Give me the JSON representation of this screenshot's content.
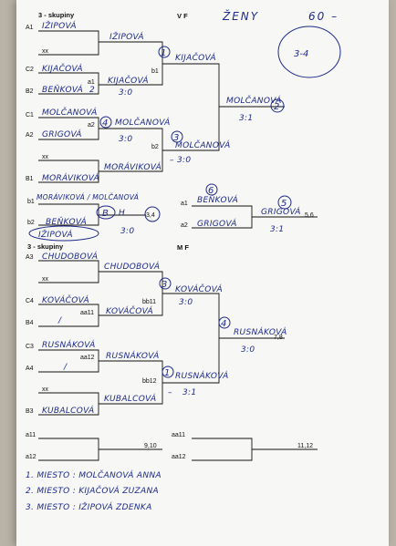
{
  "header": {
    "group_top": "3 - skupiny",
    "vf": "V F",
    "category": "ŽENY",
    "age": "60 –",
    "circled_places": "3-4"
  },
  "bracket_vf": {
    "seed_labels": [
      "A1",
      "C2",
      "B2",
      "C1",
      "A2",
      "B1"
    ],
    "round1": [
      {
        "name": "IŽIPOVÁ",
        "pos": "A1"
      },
      {
        "name": "xx"
      },
      {
        "name": "KIJAČOVÁ",
        "pos": "C2"
      },
      {
        "name": "BEŇKOVÁ",
        "pos": "B2",
        "code": "a1",
        "score": "2"
      },
      {
        "name": "MOLČANOVÁ",
        "pos": "C1"
      },
      {
        "name": "GRIGOVÁ",
        "pos": "A2",
        "code": "a2"
      },
      {
        "name": "xx"
      },
      {
        "name": "MORÁVIKOVÁ",
        "pos": "B1"
      }
    ],
    "round2": [
      {
        "name": "IŽIPOVÁ"
      },
      {
        "name": "KIJAČOVÁ",
        "score": "3:0"
      },
      {
        "name": "MOLČANOVÁ",
        "circle": "4",
        "score": "3:0"
      },
      {
        "name": "MORÁVIKOVÁ",
        "dash": "–"
      }
    ],
    "round3": [
      {
        "name": "KIJAČOVÁ",
        "circle": "1",
        "code": "b1"
      },
      {
        "name": "MOLČANOVÁ",
        "circle": "3",
        "code": "b2",
        "score": "3:0"
      }
    ],
    "final": {
      "name": "MOLČANOVÁ",
      "score": "3:1",
      "circle": "2"
    }
  },
  "bracket_places": {
    "b1_label": "b1",
    "b2_label": "b2",
    "b1_names": "MORÁVIKOVÁ / MOLČANOVÁ",
    "b2_name": "BEŇKOVÁ",
    "circled_b": "B",
    "b2_extra": "H",
    "izipova": "IŽIPOVÁ",
    "score": "3:0",
    "places": "3,4",
    "a1_label": "a1",
    "a2_label": "a2",
    "a1_name": "BEŇKOVÁ",
    "a1_circle": "6",
    "a2_name": "GRIGOVÁ",
    "winner": "GRIGOVÁ",
    "winner_circle": "5",
    "winner_score": "3:1",
    "winner_places": "5,6"
  },
  "group_mf": {
    "title": "3 - skupiny",
    "mf": "M F",
    "seed_labels": [
      "A3",
      "C4",
      "B4",
      "C3",
      "A4",
      "B3"
    ],
    "round1": [
      {
        "name": "CHUDOBOVÁ",
        "pos": "A3"
      },
      {
        "name": "xx"
      },
      {
        "name": "KOVÁČOVÁ",
        "pos": "C4"
      },
      {
        "name": "/",
        "pos": "B4",
        "code": "aa11"
      },
      {
        "name": "RUSNÁKOVÁ",
        "pos": "C3"
      },
      {
        "name": "/",
        "pos": "A4",
        "code": "aa12"
      },
      {
        "name": "xx"
      },
      {
        "name": "KUBALCOVÁ",
        "pos": "B3"
      }
    ],
    "round2": [
      {
        "name": "CHUDOBOVÁ"
      },
      {
        "name": "KOVÁČOVÁ"
      },
      {
        "name": "RUSNÁKOVÁ"
      },
      {
        "name": "KUBALCOVÁ",
        "dash": "–"
      }
    ],
    "round3": [
      {
        "name": "KOVÁČOVÁ",
        "circle": "3",
        "code": "bb11",
        "score": "3:0"
      },
      {
        "name": "RUSNÁKOVÁ",
        "circle": "1",
        "code": "bb12",
        "score": "3:1"
      }
    ],
    "final": {
      "name": "RUSNÁKOVÁ",
      "circle": "4",
      "score": "3:0",
      "places": "7,8"
    }
  },
  "bottom_bracket": {
    "labels": [
      "a11",
      "a12",
      "aa11",
      "aa12"
    ],
    "places_left": "9,10",
    "places_right": "11,12"
  },
  "results": [
    "1. MIESTO : MOLČANOVÁ ANNA",
    "2. MIESTO : KIJAČOVÁ ZUZANA",
    "3. MIESTO : IŽIPOVÁ ZDENKA"
  ]
}
